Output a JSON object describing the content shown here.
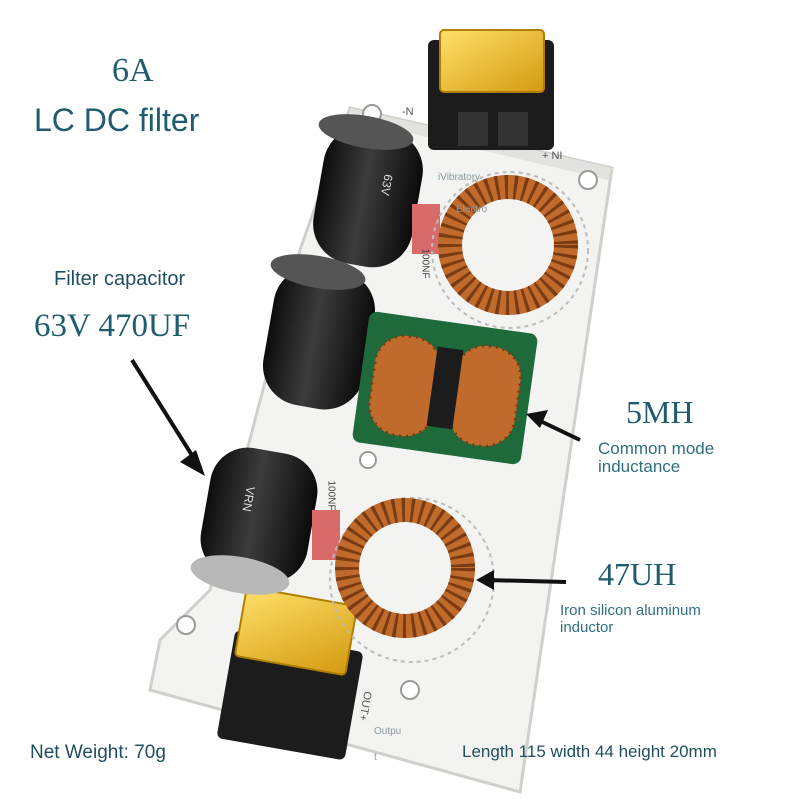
{
  "title": {
    "rating": "6A",
    "name": "LC DC filter"
  },
  "capacitor": {
    "title": "Filter capacitor",
    "value": "63V 470UF"
  },
  "common_mode": {
    "value": "5MH",
    "desc_line1": "Common mode",
    "desc_line2": "inductance"
  },
  "inductor": {
    "value": "47UH",
    "desc_line1": "Iron silicon aluminum",
    "desc_line2": "inductor"
  },
  "footer": {
    "weight": "Net Weight: 70g",
    "dimensions": "Length 115 width 44 height 20mm"
  },
  "board_text": {
    "vibratory": "iVibratory",
    "electro": "Electro",
    "output_1": "Outpu",
    "output_2": "t",
    "nf1": "100NF",
    "nf2": "100NF",
    "cap_brand": "VRN",
    "cap_voltage": "63V",
    "minus_in": "-N",
    "plus_in": "+ NI",
    "out_plus": "OUT+"
  },
  "colors": {
    "label": "#1f5c6e",
    "board": "#f7f7f5",
    "copper": "#c06a2c",
    "capacitor": "#1c1c1c",
    "fuse": "#f0c419"
  }
}
